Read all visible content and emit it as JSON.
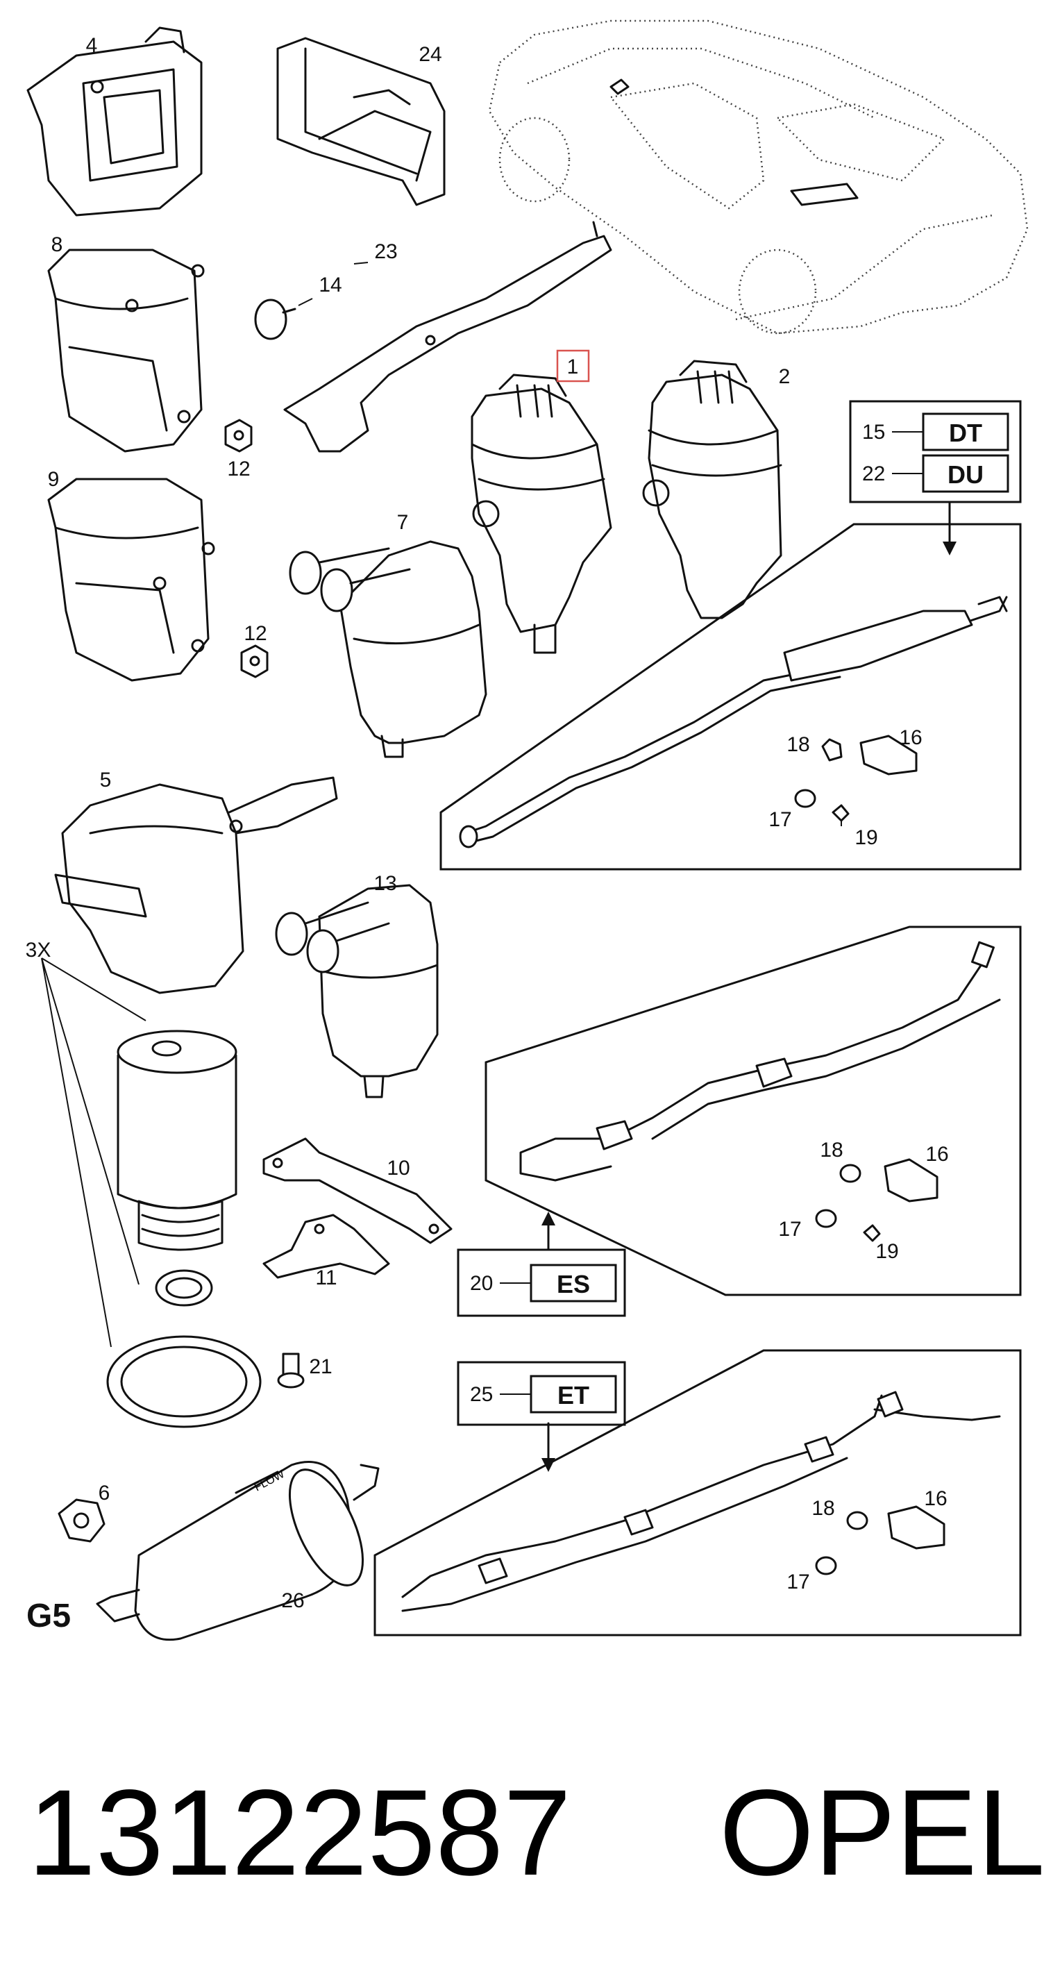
{
  "diagram": {
    "callouts": {
      "c1": "1",
      "c2": "2",
      "c3x": "3X",
      "c4": "4",
      "c5": "5",
      "c6": "6",
      "c7": "7",
      "c8": "8",
      "c9": "9",
      "c10": "10",
      "c11": "11",
      "c12a": "12",
      "c12b": "12",
      "c13": "13",
      "c14": "14",
      "c16a": "16",
      "c16b": "16",
      "c16c": "16",
      "c17a": "17",
      "c17b": "17",
      "c17c": "17",
      "c18a": "18",
      "c18b": "18",
      "c18c": "18",
      "c19a": "19",
      "c19b": "19",
      "c21": "21",
      "c23": "23",
      "c24": "24",
      "c26": "26"
    },
    "code_boxes": {
      "b15": {
        "num": "15",
        "code": "DT"
      },
      "b22": {
        "num": "22",
        "code": "DU"
      },
      "b20": {
        "num": "20",
        "code": "ES"
      },
      "b25": {
        "num": "25",
        "code": "ET"
      }
    },
    "filter_marking": "FLOW",
    "group_label": "G5"
  },
  "footer": {
    "part_number": "13122587",
    "brand": "OPEL"
  }
}
